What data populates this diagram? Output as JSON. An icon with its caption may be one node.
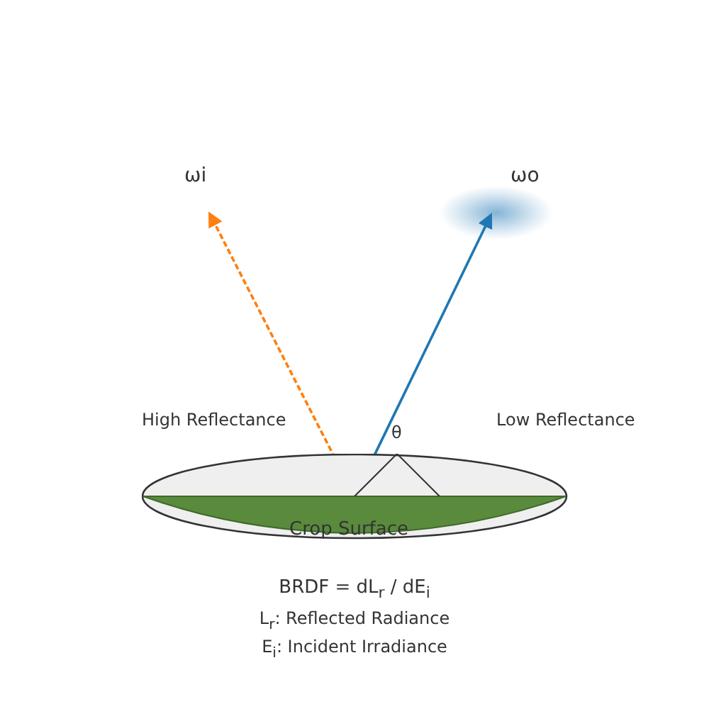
{
  "diagram": {
    "nodes": [
      {
        "text": [
          "ωi"
        ]
      },
      {
        "text": [
          "ωo"
        ]
      },
      {
        "text": [
          "Crop Surface"
        ]
      }
    ],
    "edges": [
      {
        "from": 2,
        "to": 0,
        "arrow": "to",
        "style": "dashed",
        "color": "#ff7f0e"
      },
      {
        "from": 2,
        "to": 1,
        "arrow": "to",
        "color": "#1f77b4"
      }
    ],
    "labels": [
      "High Reflectance",
      "Low Reflectance",
      "θ",
      "BRDF = dL$_{r}$ / dE$_{i}$",
      "L$_{r}$: Reflected Radiance",
      "E$_{i}$: Incident Irradiance"
    ]
  }
}
